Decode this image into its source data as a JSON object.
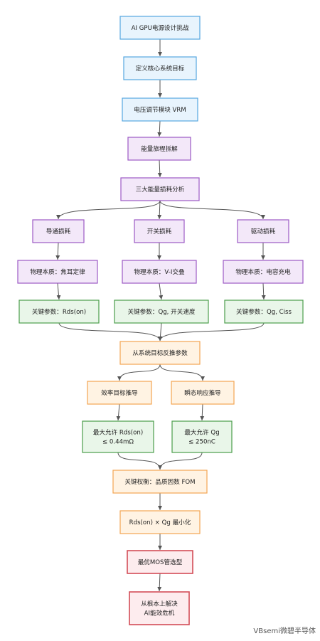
{
  "colors": {
    "blue_fill": "#e8f4fd",
    "blue_stroke": "#57a7e0",
    "purple_fill": "#f3e8f9",
    "purple_stroke": "#9c59c4",
    "green_fill": "#e9f6e9",
    "green_stroke": "#4c9e4c",
    "orange_fill": "#fff3e3",
    "orange_stroke": "#f3a552",
    "red_fill": "#fdecee",
    "red_stroke": "#d34d57",
    "arrow": "#555555"
  },
  "nodes": {
    "n1": {
      "lines": [
        "AI GPU电源设计挑战"
      ],
      "style": "blue"
    },
    "n2": {
      "lines": [
        "定义核心系统目标"
      ],
      "style": "blue"
    },
    "n3": {
      "lines": [
        "电压调节模块 VRM"
      ],
      "style": "blue"
    },
    "n4": {
      "lines": [
        "能量旅程拆解"
      ],
      "style": "purple"
    },
    "n5": {
      "lines": [
        "三大能量损耗分析"
      ],
      "style": "purple"
    },
    "n6a": {
      "lines": [
        "导通损耗"
      ],
      "style": "purple"
    },
    "n6b": {
      "lines": [
        "开关损耗"
      ],
      "style": "purple"
    },
    "n6c": {
      "lines": [
        "驱动损耗"
      ],
      "style": "purple"
    },
    "n7a": {
      "lines": [
        "物理本质：焦耳定律"
      ],
      "style": "purple"
    },
    "n7b": {
      "lines": [
        "物理本质：V-I交叠"
      ],
      "style": "purple"
    },
    "n7c": {
      "lines": [
        "物理本质：电容充电"
      ],
      "style": "purple"
    },
    "n8a": {
      "lines": [
        "关键参数：Rds(on)"
      ],
      "style": "green"
    },
    "n8b": {
      "lines": [
        "关键参数：Qg, 开关速度"
      ],
      "style": "green"
    },
    "n8c": {
      "lines": [
        "关键参数：Qg, Ciss"
      ],
      "style": "green"
    },
    "n9": {
      "lines": [
        "从系统目标反推参数"
      ],
      "style": "orange"
    },
    "n10a": {
      "lines": [
        "效率目标推导"
      ],
      "style": "orange"
    },
    "n10b": {
      "lines": [
        "瞬态响应推导"
      ],
      "style": "orange"
    },
    "n11a": {
      "lines": [
        "最大允许 Rds(on)",
        "≤ 0.44mΩ"
      ],
      "style": "green"
    },
    "n11b": {
      "lines": [
        "最大允许 Qg",
        "≤ 250nC"
      ],
      "style": "green"
    },
    "n12": {
      "lines": [
        "关键权衡：品质因数 FOM"
      ],
      "style": "orange"
    },
    "n13": {
      "lines": [
        "Rds(on) × Qg 最小化"
      ],
      "style": "orange"
    },
    "n14": {
      "lines": [
        "最优MOS管选型"
      ],
      "style": "red"
    },
    "n15": {
      "lines": [
        "从根本上解决",
        "AI能效危机"
      ],
      "style": "red"
    }
  },
  "watermark": "VBsemi微碧半导体"
}
